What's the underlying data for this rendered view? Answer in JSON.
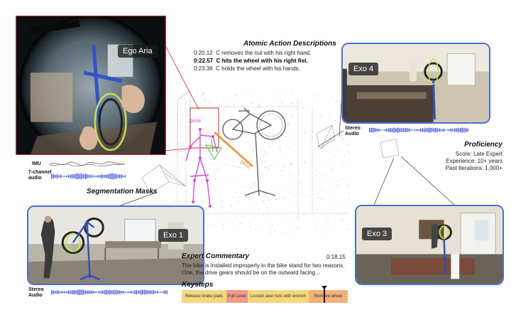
{
  "headings": {
    "actions": "Atomic Action Descriptions",
    "segmentation": "Segmentation Masks",
    "commentary": "Expert Commentary",
    "proficiency": "Proficiency",
    "keysteps": "Keysteps"
  },
  "actions": [
    {
      "time": "0:20.12",
      "text": "C removes the nut with his right hand.",
      "highlight": false
    },
    {
      "time": "0:22.57",
      "text": "C hits the wheel with his right fist.",
      "highlight": true
    },
    {
      "time": "0:23.36",
      "text": "C holds the wheel with his hands.",
      "highlight": false
    }
  ],
  "cameras": {
    "ego": "Ego Aria",
    "exo1": "Exo 1",
    "exo3": "Exo 3",
    "exo4": "Exo 4"
  },
  "sensors": {
    "imu": "IMU",
    "audio7_line1": "7-channel",
    "audio7_line2": "audio",
    "stereo_line1": "Stereo",
    "stereo_line2": "Audio"
  },
  "scene_labels": {
    "pose": "pose",
    "gaze": "gaze"
  },
  "proficiency": {
    "score": "Score: Late Expert",
    "experience": "Experience: 10+ years",
    "iterations": "Past Iterations: 1,000+"
  },
  "commentary": {
    "timestamp": "0:18.15",
    "line1": "The bike is installed improperly in the bike stand for two reasons.",
    "line2": "One, the drive gears should be on the outward facing..."
  },
  "keysteps": [
    {
      "label": "Release brake pads",
      "color": "#f6d77e"
    },
    {
      "label": "Pull Lever",
      "color": "#ef9c86"
    },
    {
      "label": "Loosen axel nuts with wrench",
      "color": "#f6d77e"
    },
    {
      "label": "Remove wheel",
      "color": "#f0b27a"
    }
  ],
  "colors": {
    "camera_frame": "#4a6fd0",
    "ego_frame": "#c62a2a",
    "waveform": "#4a5fd6",
    "pose": "#d64bd6",
    "gaze": "#f08a2a",
    "mask": "#c9e34a"
  }
}
